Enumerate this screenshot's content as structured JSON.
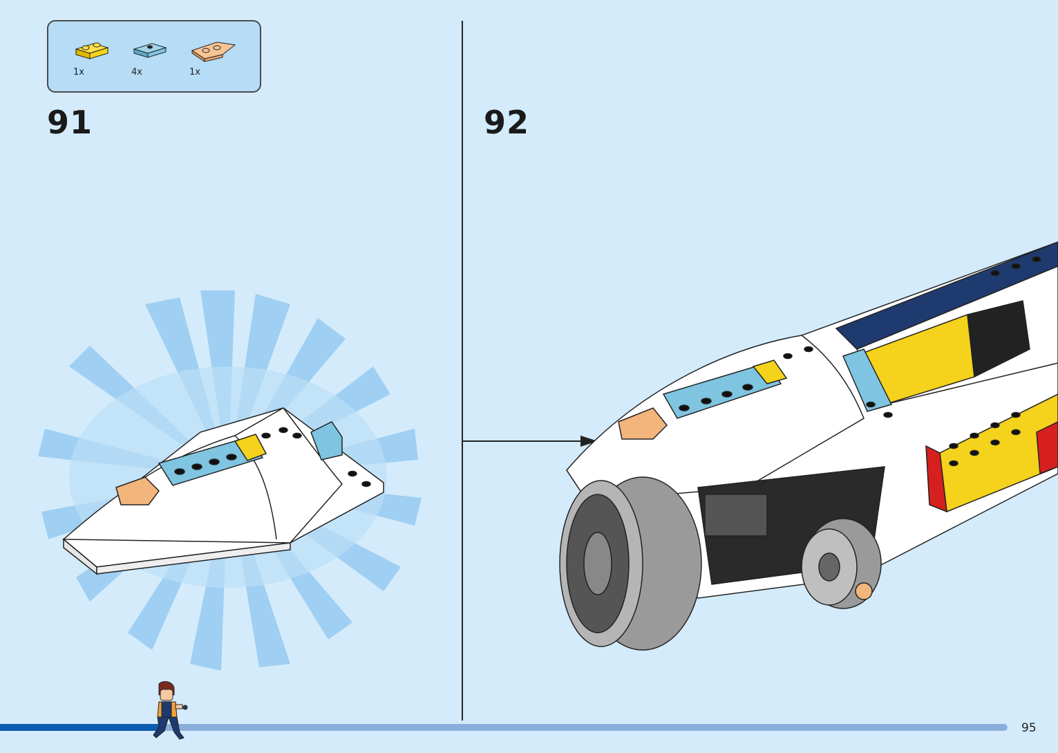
{
  "parts_callout": {
    "items": [
      {
        "qty": "1x",
        "color": "#f5d21b",
        "part": "yellow-plate-1x2"
      },
      {
        "qty": "4x",
        "color": "#7fc4e0",
        "part": "light-blue-tile-1x2-with-stud"
      },
      {
        "qty": "1x",
        "color": "#f2b57c",
        "part": "nougat-wedge-plate"
      }
    ]
  },
  "steps": [
    {
      "number": "91"
    },
    {
      "number": "92"
    }
  ],
  "progress": {
    "fraction": 0.16
  },
  "page_number": "95",
  "colors": {
    "background": "#d4ebfb",
    "callout_bg": "#b7dcf6",
    "progress_fill": "#0b5bb0",
    "progress_track": "#8aaedc",
    "burst": "#8ec6ef"
  }
}
